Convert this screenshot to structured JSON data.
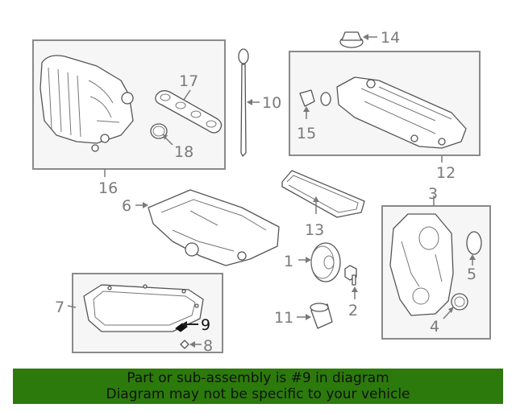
{
  "callouts": {
    "c1": "1",
    "c2": "2",
    "c3": "3",
    "c4": "4",
    "c5": "5",
    "c6": "6",
    "c7": "7",
    "c8": "8",
    "c9": "9",
    "c10": "10",
    "c11": "11",
    "c12": "12",
    "c13": "13",
    "c14": "14",
    "c15": "15",
    "c16": "16",
    "c17": "17",
    "c18": "18"
  },
  "highlighted_callout": "9",
  "banner": {
    "line1": "Part or sub-assembly is #9 in diagram",
    "line2": "Diagram may not be specific to your vehicle",
    "color": "#2c7a0c"
  }
}
